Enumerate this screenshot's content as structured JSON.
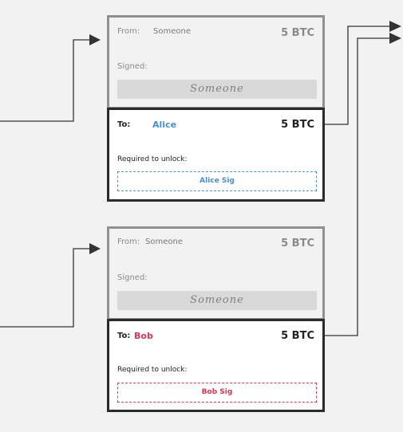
{
  "colors": {
    "alice": "#4a8fc7",
    "bob": "#dd3552",
    "input_border": "#909090",
    "output_border": "#2b2b2b",
    "wire": "#333333"
  },
  "tx1": {
    "input": {
      "from_label": "From:",
      "from_value": "Someone",
      "amount": "5 BTC",
      "signed_label": "Signed:",
      "signature": "Someone"
    },
    "output": {
      "to_label": "To:",
      "to_value": "Alice",
      "amount": "5 BTC",
      "required_label": "Required to unlock:",
      "unlock": "Alice Sig"
    }
  },
  "tx2": {
    "input": {
      "from_label": "From:",
      "from_value": "Someone",
      "amount": "5 BTC",
      "signed_label": "Signed:",
      "signature": "Someone"
    },
    "output": {
      "to_label": "To:",
      "to_value": "Bob",
      "amount": "5 BTC",
      "required_label": "Required to unlock:",
      "unlock": "Bob Sig"
    }
  }
}
